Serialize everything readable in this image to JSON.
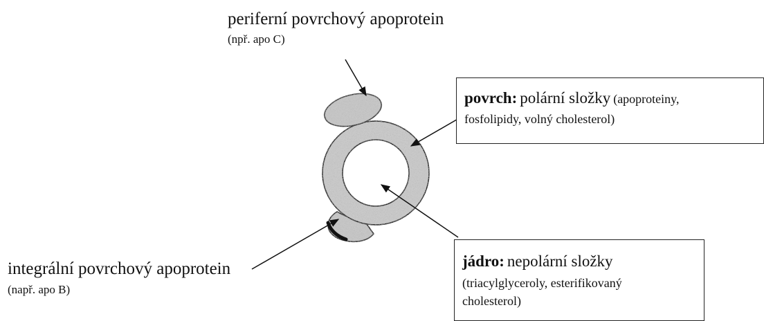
{
  "colors": {
    "ring_fill": "#c9c9c9",
    "apoprotein_fill": "#c6c6c6",
    "stroke": "#111111",
    "background": "#ffffff"
  },
  "labels": {
    "peripheral": {
      "title": "periferní povrchový apoprotein",
      "example": "(npř. apo C)"
    },
    "integral": {
      "title": "integrální povrchový apoprotein",
      "example": "(např. apo B)"
    },
    "surface": {
      "term": "povrch:",
      "description": "polární složky",
      "details_line1": "(apoproteiny,",
      "details_line2": "fosfolipidy, volný cholesterol)"
    },
    "core": {
      "term": "jádro:",
      "description": "nepolární složky",
      "details_line1": "(triacylglyceroly, esterifikovaný",
      "details_line2": "cholesterol)"
    }
  }
}
